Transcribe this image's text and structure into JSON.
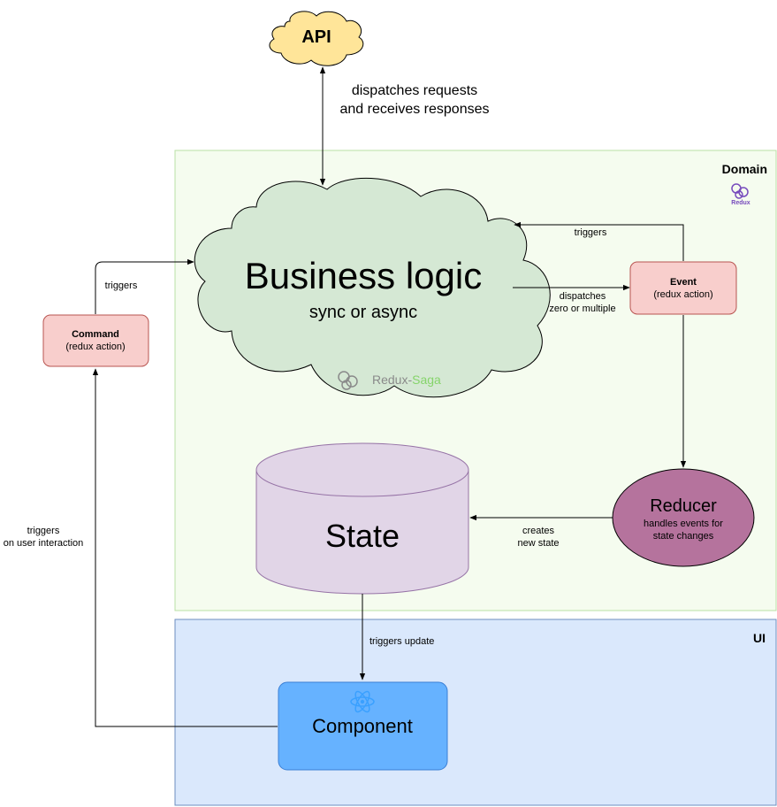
{
  "api": {
    "label": "API"
  },
  "api_edge": {
    "line1": "dispatches requests",
    "line2": "and receives responses"
  },
  "domain": {
    "label": "Domain",
    "redux_logo_text": "Redux"
  },
  "ui": {
    "label": "UI"
  },
  "business_logic": {
    "title": "Business logic",
    "subtitle": "sync or async",
    "saga_prefix": "Redux-",
    "saga_suffix": "Saga"
  },
  "event": {
    "title": "Event",
    "subtitle": "(redux action)"
  },
  "command": {
    "title": "Command",
    "subtitle": "(redux action)"
  },
  "reducer": {
    "title": "Reducer",
    "line1": "handles events for",
    "line2": "state changes"
  },
  "state": {
    "label": "State"
  },
  "component": {
    "label": "Component"
  },
  "edges": {
    "event_triggers": "triggers",
    "dispatches_line1": "dispatches",
    "dispatches_line2": "zero or multiple",
    "command_triggers": "triggers",
    "user_triggers_line1": "triggers",
    "user_triggers_line2": "on user interaction",
    "creates_line1": "creates",
    "creates_line2": "new state",
    "triggers_update": "triggers update"
  },
  "colors": {
    "domain_fill": "#f5fcef",
    "domain_stroke": "#b9e0a5",
    "ui_fill": "#dae8fc",
    "ui_stroke": "#6c8ebf",
    "cloud_fill": "#d5e8d4",
    "cloud_stroke": "#000000",
    "api_fill": "#ffe599",
    "red_fill": "#f8cecc",
    "red_stroke": "#b85450",
    "reducer_fill": "#b5739d",
    "state_fill": "#e1d5e7",
    "state_stroke": "#9673a6",
    "component_fill": "#66b2ff",
    "component_stroke": "#3a7fd5"
  }
}
